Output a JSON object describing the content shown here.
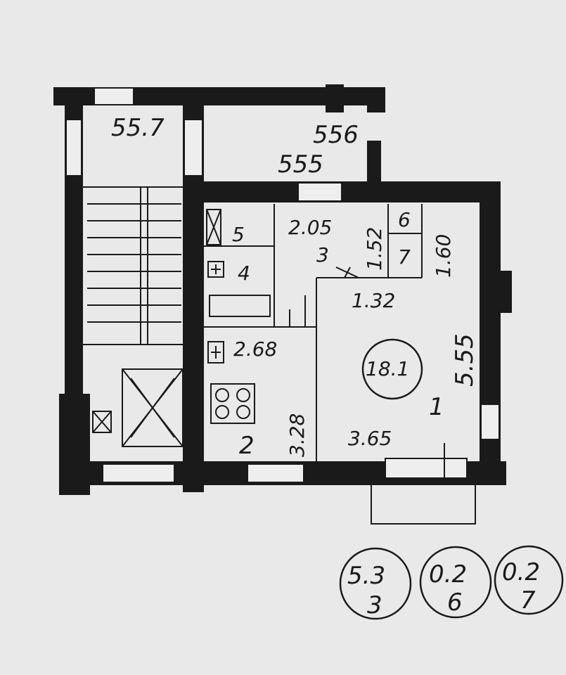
{
  "plan": {
    "dimensions": {
      "d_557": "55.7",
      "d_556": "556",
      "d_555_top": "555",
      "d_205": "2.05",
      "d_152": "1.52",
      "d_160": "1.60",
      "d_132": "1.32",
      "d_555_right": "5.55",
      "d_268": "2.68",
      "d_328": "3.28",
      "d_365": "3.65"
    },
    "rooms": {
      "room_1": "1",
      "room_2": "2",
      "room_3": "3",
      "room_4": "4",
      "room_5": "5",
      "room_6": "6",
      "room_7": "7",
      "area_main": "18.1"
    },
    "legend": [
      {
        "area": "5.3",
        "room": "3"
      },
      {
        "area": "0.2",
        "room": "6"
      },
      {
        "area": "0.2",
        "room": "7"
      }
    ]
  }
}
